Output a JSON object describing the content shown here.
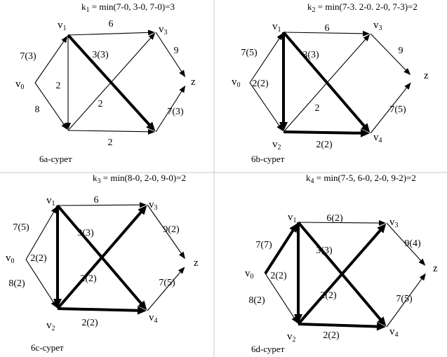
{
  "panels": [
    {
      "id": "6a",
      "header": "k1 = min(7-0, 3-0, 7-0)=3",
      "header_parts": [
        "k",
        "1",
        " = min(7-0, 3-0, 7-0)=3"
      ],
      "caption": "6а-сурет",
      "nodes": [
        {
          "id": "v0",
          "base": "v",
          "sub": "0"
        },
        {
          "id": "v1",
          "base": "v",
          "sub": "1"
        },
        {
          "id": "v2",
          "base": "",
          "sub": ""
        },
        {
          "id": "v3",
          "base": "v",
          "sub": "3"
        },
        {
          "id": "v4",
          "base": "",
          "sub": ""
        },
        {
          "id": "z",
          "base": "z",
          "sub": ""
        }
      ],
      "edges": [
        {
          "from": "v0",
          "to": "v1",
          "label": "7(3)",
          "bold": false
        },
        {
          "from": "v0",
          "to": "v2",
          "label": "8",
          "bold": false
        },
        {
          "from": "v1",
          "to": "v3",
          "label": "6",
          "bold": false
        },
        {
          "from": "v1",
          "to": "v2",
          "label": "2",
          "bold": false
        },
        {
          "from": "v1",
          "to": "v4",
          "label": "3(3)",
          "bold": true
        },
        {
          "from": "v2",
          "to": "v3",
          "label": "2",
          "bold": false
        },
        {
          "from": "v2",
          "to": "v4",
          "label": "2",
          "bold": false
        },
        {
          "from": "v3",
          "to": "z",
          "label": "9",
          "bold": false
        },
        {
          "from": "v4",
          "to": "z",
          "label": "7(3)",
          "bold": false
        }
      ]
    },
    {
      "id": "6b",
      "header": "k2 = min(7-3. 2-0. 2-0, 7-3)=2",
      "header_parts": [
        "k",
        "2",
        " = min(7-3. 2-0. 2-0, 7-3)=2"
      ],
      "caption": "6b-сурет",
      "nodes": [
        {
          "id": "v0",
          "base": "v",
          "sub": "0"
        },
        {
          "id": "v1",
          "base": "v",
          "sub": "1"
        },
        {
          "id": "v2",
          "base": "v",
          "sub": "2"
        },
        {
          "id": "v3",
          "base": "v",
          "sub": "3"
        },
        {
          "id": "v4",
          "base": "v",
          "sub": "4"
        },
        {
          "id": "z",
          "base": "z",
          "sub": ""
        }
      ],
      "edges": [
        {
          "from": "v0",
          "to": "v1",
          "label": "7(5)",
          "bold": false
        },
        {
          "from": "v0",
          "to": "v2",
          "label": "",
          "bold": false
        },
        {
          "from": "v1",
          "to": "v3",
          "label": "6",
          "bold": false
        },
        {
          "from": "v1",
          "to": "v2",
          "label": "2(2)",
          "bold": true
        },
        {
          "from": "v1",
          "to": "v4",
          "label": "3(3)",
          "bold": true
        },
        {
          "from": "v2",
          "to": "v3",
          "label": "2",
          "bold": false
        },
        {
          "from": "v2",
          "to": "v4",
          "label": "2(2)",
          "bold": true
        },
        {
          "from": "v3",
          "to": "z",
          "label": "9",
          "bold": false
        },
        {
          "from": "v4",
          "to": "z",
          "label": "7(5)",
          "bold": false
        }
      ]
    },
    {
      "id": "6c",
      "header": "k3 = min(8-0, 2-0, 9-0)=2",
      "header_parts": [
        "k",
        "3",
        " = min(8-0, 2-0, 9-0)=2"
      ],
      "caption": "6c-сурет",
      "nodes": [
        {
          "id": "v0",
          "base": "v",
          "sub": "0"
        },
        {
          "id": "v1",
          "base": "v",
          "sub": "1"
        },
        {
          "id": "v2",
          "base": "v",
          "sub": "2"
        },
        {
          "id": "v3",
          "base": "v",
          "sub": "3"
        },
        {
          "id": "v4",
          "base": "v",
          "sub": "4"
        },
        {
          "id": "z",
          "base": "z",
          "sub": ""
        }
      ],
      "edges": [
        {
          "from": "v0",
          "to": "v1",
          "label": "7(5)",
          "bold": false
        },
        {
          "from": "v0",
          "to": "v2",
          "label": "8(2)",
          "bold": false
        },
        {
          "from": "v1",
          "to": "v3",
          "label": "6",
          "bold": false
        },
        {
          "from": "v1",
          "to": "v2",
          "label": "2(2)",
          "bold": true
        },
        {
          "from": "v1",
          "to": "v4",
          "label": "3(3)",
          "bold": true
        },
        {
          "from": "v2",
          "to": "v3",
          "label": "2(2)",
          "bold": true
        },
        {
          "from": "v2",
          "to": "v4",
          "label": "2(2)",
          "bold": true
        },
        {
          "from": "v3",
          "to": "z",
          "label": "9(2)",
          "bold": false
        },
        {
          "from": "v4",
          "to": "z",
          "label": "7(5)",
          "bold": false
        }
      ]
    },
    {
      "id": "6d",
      "header": "k4 = min(7-5, 6-0, 2-0, 9-2)=2",
      "header_parts": [
        "k",
        "4",
        " = min(7-5, 6-0, 2-0, 9-2)=2"
      ],
      "caption": "6d-сурет",
      "nodes": [
        {
          "id": "v0",
          "base": "v",
          "sub": "0"
        },
        {
          "id": "v1",
          "base": "v",
          "sub": "1"
        },
        {
          "id": "v2",
          "base": "v",
          "sub": "2"
        },
        {
          "id": "v3",
          "base": "v",
          "sub": "3"
        },
        {
          "id": "v4",
          "base": "v",
          "sub": "4"
        },
        {
          "id": "z",
          "base": "z",
          "sub": ""
        }
      ],
      "edges": [
        {
          "from": "v0",
          "to": "v1",
          "label": "7(7)",
          "bold": true
        },
        {
          "from": "v0",
          "to": "v2",
          "label": "8(2)",
          "bold": false
        },
        {
          "from": "v1",
          "to": "v3",
          "label": "6(2)",
          "bold": false
        },
        {
          "from": "v1",
          "to": "v2",
          "label": "2(2)",
          "bold": true
        },
        {
          "from": "v1",
          "to": "v4",
          "label": "3(3)",
          "bold": true
        },
        {
          "from": "v2",
          "to": "v3",
          "label": "2(2)",
          "bold": true
        },
        {
          "from": "v2",
          "to": "v4",
          "label": "2(2)",
          "bold": true
        },
        {
          "from": "v3",
          "to": "z",
          "label": "9(4)",
          "bold": false
        },
        {
          "from": "v4",
          "to": "z",
          "label": "7(5)",
          "bold": false
        }
      ]
    }
  ]
}
